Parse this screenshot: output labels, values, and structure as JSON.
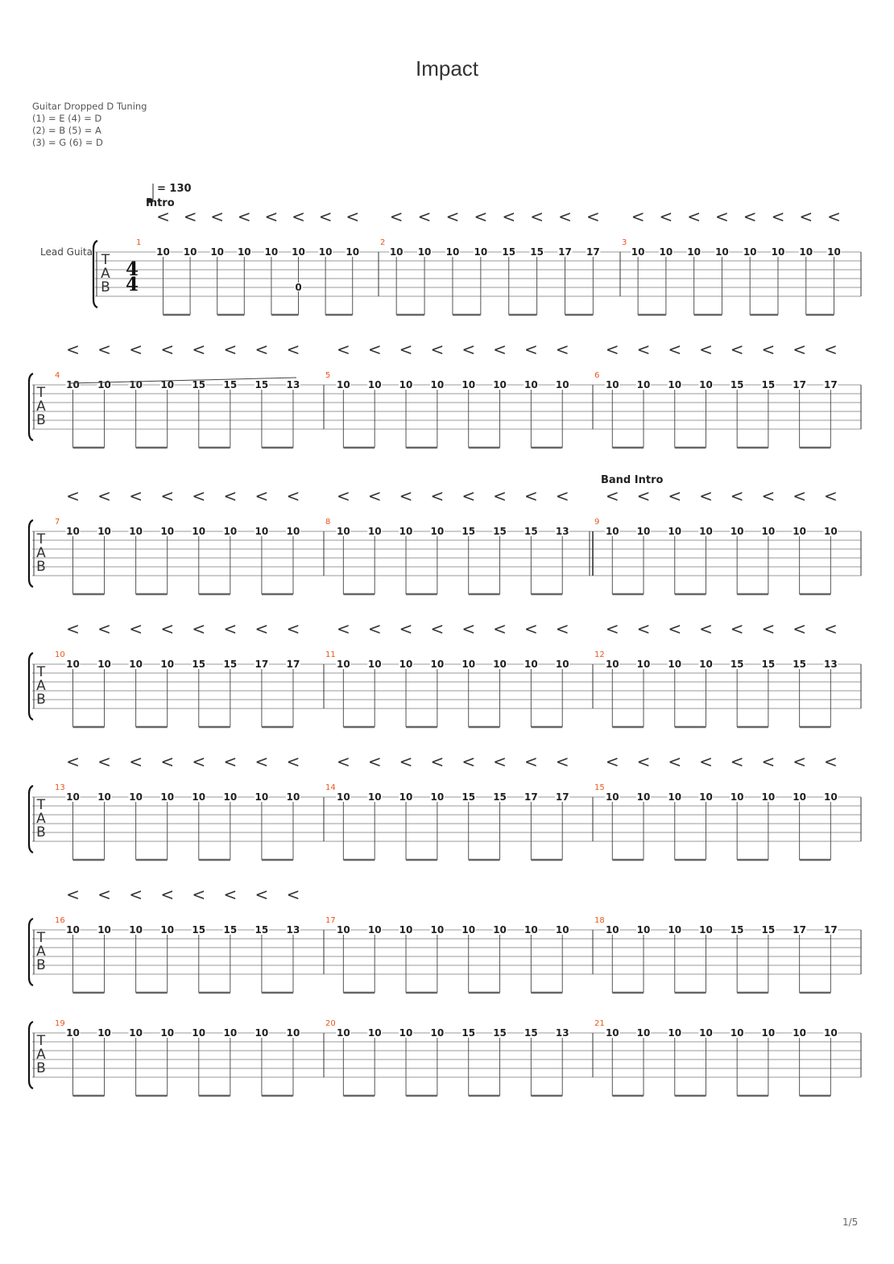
{
  "title": "Impact",
  "tuning": {
    "heading": "Guitar Dropped D Tuning",
    "lines": [
      "(1) = E (4) = D",
      "(2) = B (5) = A",
      "(3) = G (6) = D"
    ]
  },
  "tempo": {
    "prefix": "= ",
    "bpm": "130"
  },
  "track_label": "Lead Guita",
  "time_signature": {
    "top": "4",
    "bottom": "4"
  },
  "tab_clef": [
    "T",
    "A",
    "B"
  ],
  "sections": [
    {
      "measure": 1,
      "label": "Intro"
    },
    {
      "measure": 9,
      "label": "Band Intro"
    }
  ],
  "decrescendo_symbol": "<",
  "page_number": "1/5",
  "colors": {
    "measure_number": "#e8561b",
    "staff_line": "#9a9a9a",
    "text": "#222222",
    "beam": "#666666"
  },
  "measures": [
    {
      "number": "1",
      "notes": [
        "10",
        "10",
        "10",
        "10",
        "10",
        "10",
        "10",
        "10"
      ],
      "low": {
        "index": 5,
        "fret": "0"
      },
      "dynamics": true
    },
    {
      "number": "2",
      "notes": [
        "10",
        "10",
        "10",
        "10",
        "15",
        "15",
        "17",
        "17"
      ],
      "dynamics": true
    },
    {
      "number": "3",
      "notes": [
        "10",
        "10",
        "10",
        "10",
        "10",
        "10",
        "10",
        "10"
      ],
      "dynamics": true
    },
    {
      "number": "4",
      "notes": [
        "10",
        "10",
        "10",
        "10",
        "15",
        "15",
        "15",
        "13"
      ],
      "dynamics": true,
      "slide": true
    },
    {
      "number": "5",
      "notes": [
        "10",
        "10",
        "10",
        "10",
        "10",
        "10",
        "10",
        "10"
      ],
      "dynamics": true
    },
    {
      "number": "6",
      "notes": [
        "10",
        "10",
        "10",
        "10",
        "15",
        "15",
        "17",
        "17"
      ],
      "dynamics": true
    },
    {
      "number": "7",
      "notes": [
        "10",
        "10",
        "10",
        "10",
        "10",
        "10",
        "10",
        "10"
      ],
      "dynamics": true
    },
    {
      "number": "8",
      "notes": [
        "10",
        "10",
        "10",
        "10",
        "15",
        "15",
        "15",
        "13"
      ],
      "dynamics": true
    },
    {
      "number": "9",
      "notes": [
        "10",
        "10",
        "10",
        "10",
        "10",
        "10",
        "10",
        "10"
      ],
      "dynamics": true,
      "double_bar": true
    },
    {
      "number": "10",
      "notes": [
        "10",
        "10",
        "10",
        "10",
        "15",
        "15",
        "17",
        "17"
      ],
      "dynamics": true
    },
    {
      "number": "11",
      "notes": [
        "10",
        "10",
        "10",
        "10",
        "10",
        "10",
        "10",
        "10"
      ],
      "dynamics": true
    },
    {
      "number": "12",
      "notes": [
        "10",
        "10",
        "10",
        "10",
        "15",
        "15",
        "15",
        "13"
      ],
      "dynamics": true
    },
    {
      "number": "13",
      "notes": [
        "10",
        "10",
        "10",
        "10",
        "10",
        "10",
        "10",
        "10"
      ],
      "dynamics": true
    },
    {
      "number": "14",
      "notes": [
        "10",
        "10",
        "10",
        "10",
        "15",
        "15",
        "17",
        "17"
      ],
      "dynamics": true
    },
    {
      "number": "15",
      "notes": [
        "10",
        "10",
        "10",
        "10",
        "10",
        "10",
        "10",
        "10"
      ],
      "dynamics": true
    },
    {
      "number": "16",
      "notes": [
        "10",
        "10",
        "10",
        "10",
        "15",
        "15",
        "15",
        "13"
      ],
      "dynamics": true
    },
    {
      "number": "17",
      "notes": [
        "10",
        "10",
        "10",
        "10",
        "10",
        "10",
        "10",
        "10"
      ],
      "dynamics": false
    },
    {
      "number": "18",
      "notes": [
        "10",
        "10",
        "10",
        "10",
        "15",
        "15",
        "17",
        "17"
      ],
      "dynamics": false
    },
    {
      "number": "19",
      "notes": [
        "10",
        "10",
        "10",
        "10",
        "10",
        "10",
        "10",
        "10"
      ],
      "dynamics": false
    },
    {
      "number": "20",
      "notes": [
        "10",
        "10",
        "10",
        "10",
        "15",
        "15",
        "15",
        "13"
      ],
      "dynamics": false
    },
    {
      "number": "21",
      "notes": [
        "10",
        "10",
        "10",
        "10",
        "10",
        "10",
        "10",
        "10"
      ],
      "dynamics": false
    }
  ]
}
